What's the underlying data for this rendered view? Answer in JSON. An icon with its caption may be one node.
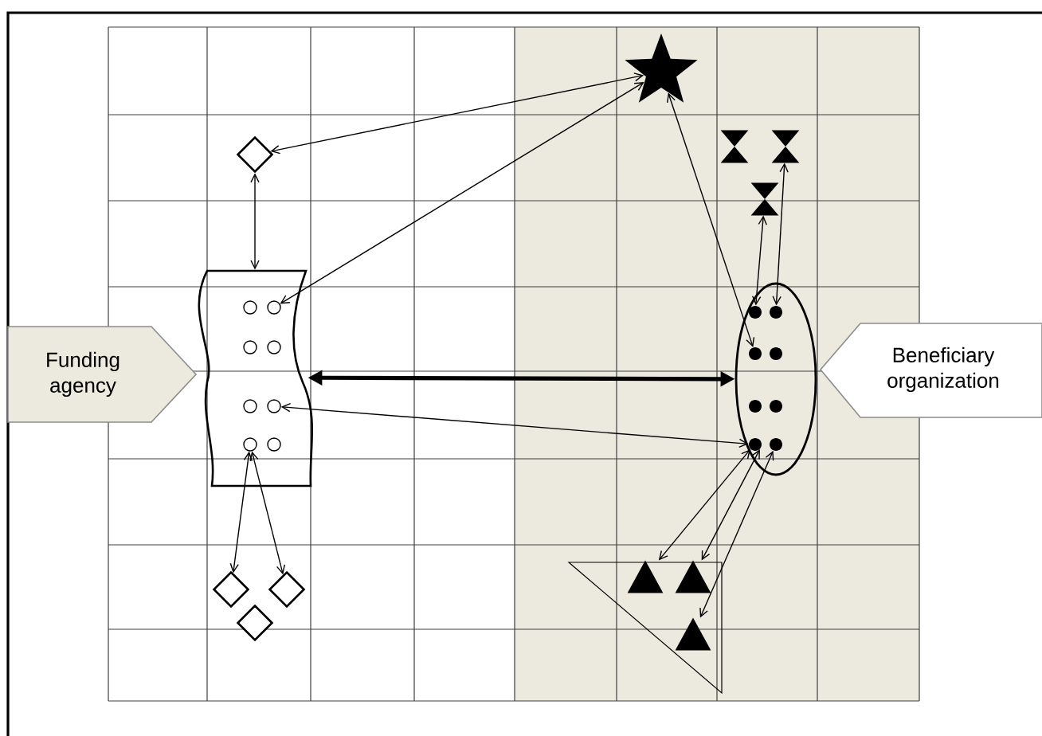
{
  "diagram": {
    "nodes": [
      {
        "text": [
          "Funding agency"
        ]
      },
      {
        "text": [
          "Beneficiary organization"
        ]
      },
      {
        "text": [],
        "shape": "star"
      },
      {
        "text": [],
        "shape": "diamond"
      },
      {
        "text": [],
        "shape": "hourglass"
      },
      {
        "text": [],
        "shape": "hourglass"
      },
      {
        "text": [],
        "shape": "hourglass"
      },
      {
        "text": [],
        "shape": "banner"
      },
      {
        "text": [],
        "shape": "circle",
        "in": 7
      },
      {
        "text": [],
        "shape": "circle",
        "in": 7
      },
      {
        "text": [],
        "shape": "circle",
        "in": 7
      },
      {
        "text": [],
        "shape": "circle",
        "in": 7
      },
      {
        "text": [],
        "shape": "circle",
        "in": 7
      },
      {
        "text": [],
        "shape": "circle",
        "in": 7
      },
      {
        "text": [],
        "shape": "circle",
        "in": 7
      },
      {
        "text": [],
        "shape": "circle",
        "in": 7
      },
      {
        "text": [],
        "shape": "ellipse"
      },
      {
        "text": [],
        "shape": "dot",
        "in": 16
      },
      {
        "text": [],
        "shape": "dot",
        "in": 16
      },
      {
        "text": [],
        "shape": "dot",
        "in": 16
      },
      {
        "text": [],
        "shape": "dot",
        "in": 16
      },
      {
        "text": [],
        "shape": "dot",
        "in": 16
      },
      {
        "text": [],
        "shape": "dot",
        "in": 16
      },
      {
        "text": [],
        "shape": "dot",
        "in": 16
      },
      {
        "text": [],
        "shape": "dot",
        "in": 16
      },
      {
        "text": [],
        "shape": "triangle"
      },
      {
        "text": [],
        "shape": "triangle",
        "in": 25
      },
      {
        "text": [],
        "shape": "triangle",
        "in": 25
      },
      {
        "text": [],
        "shape": "triangle",
        "in": 25
      },
      {
        "text": [],
        "shape": "diamond"
      },
      {
        "text": [],
        "shape": "diamond"
      },
      {
        "text": [],
        "shape": "diamond"
      }
    ],
    "edges": [
      {
        "from": 3,
        "to": 2,
        "arrow": "both"
      },
      {
        "from": 3,
        "to": 7,
        "arrow": "both"
      },
      {
        "from": 9,
        "to": 2,
        "arrow": "both"
      },
      {
        "from": 7,
        "to": 16,
        "arrow": "both",
        "style": "thick"
      },
      {
        "from": 13,
        "to": 23,
        "arrow": "both"
      },
      {
        "from": 14,
        "to": 29,
        "arrow": "both"
      },
      {
        "from": 14,
        "to": 30,
        "arrow": "both"
      },
      {
        "from": 2,
        "to": 19,
        "arrow": "both"
      },
      {
        "from": 6,
        "to": 17,
        "arrow": "both"
      },
      {
        "from": 5,
        "to": 18,
        "arrow": "both"
      },
      {
        "from": 23,
        "to": 26,
        "arrow": "both"
      },
      {
        "from": 23,
        "to": 27,
        "arrow": "both"
      },
      {
        "from": 24,
        "to": 28,
        "arrow": "both"
      }
    ]
  }
}
